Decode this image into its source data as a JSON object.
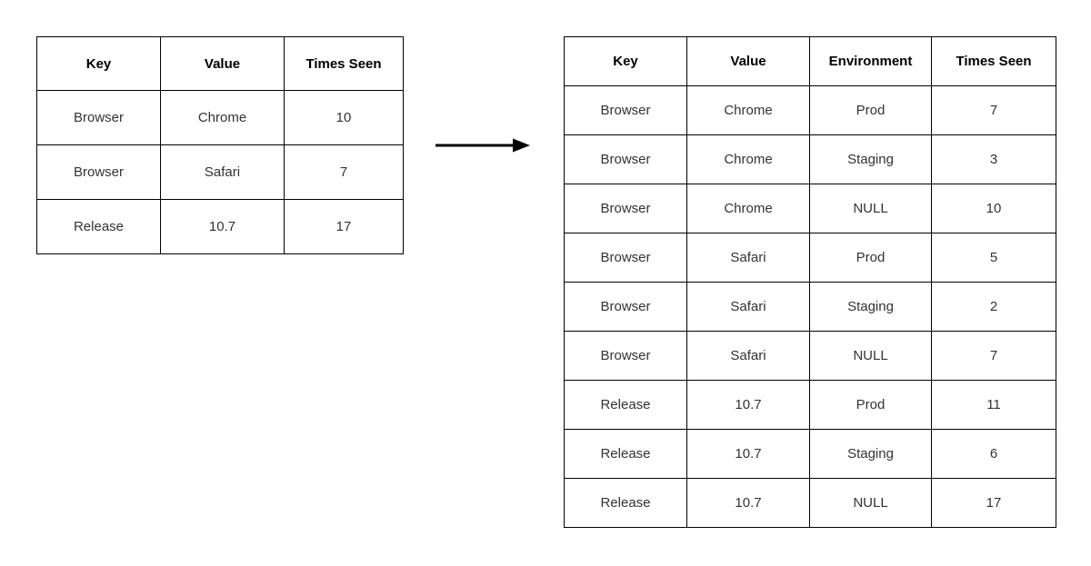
{
  "canvas": {
    "background": "#ffffff",
    "border_color": "#000000",
    "header_text_color": "#000000",
    "body_text_color": "#333333",
    "null_text_color": "#e8e8e8",
    "arrow_color": "#000000"
  },
  "left_table": {
    "headers": [
      "Key",
      "Value",
      "Times Seen"
    ],
    "rows": [
      [
        "Browser",
        "Chrome",
        "10"
      ],
      [
        "Browser",
        "Safari",
        "7"
      ],
      [
        "Release",
        "10.7",
        "17"
      ]
    ],
    "null_value": "NULL"
  },
  "right_table": {
    "headers": [
      "Key",
      "Value",
      "Environment",
      "Times Seen"
    ],
    "rows": [
      [
        "Browser",
        "Chrome",
        "Prod",
        "7"
      ],
      [
        "Browser",
        "Chrome",
        "Staging",
        "3"
      ],
      [
        "Browser",
        "Chrome",
        "NULL",
        "10"
      ],
      [
        "Browser",
        "Safari",
        "Prod",
        "5"
      ],
      [
        "Browser",
        "Safari",
        "Staging",
        "2"
      ],
      [
        "Browser",
        "Safari",
        "NULL",
        "7"
      ],
      [
        "Release",
        "10.7",
        "Prod",
        "11"
      ],
      [
        "Release",
        "10.7",
        "Staging",
        "6"
      ],
      [
        "Release",
        "10.7",
        "NULL",
        "17"
      ]
    ],
    "null_value": "NULL"
  }
}
